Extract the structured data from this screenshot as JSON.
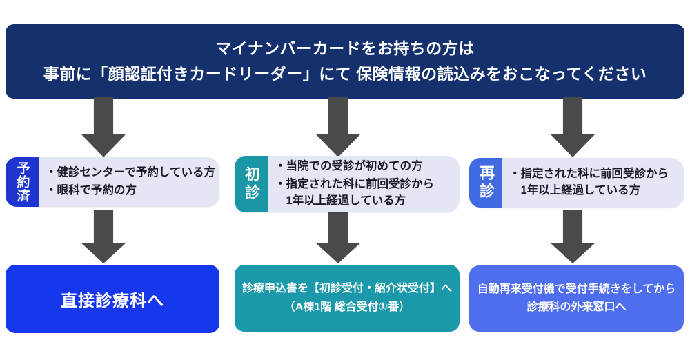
{
  "banner": {
    "line1": "マイナンバーカードをお持ちの方は",
    "line2": "事前に「顔認証付きカードリーダー」にて 保険情報の読込みをおこなってください",
    "bg_color": "#14316e",
    "text_color": "#ffffff"
  },
  "arrow": {
    "direction": "down",
    "color": "#4a4a4a"
  },
  "bullet_marker": "・",
  "panel_bg_color": "#e4e6f6",
  "columns": [
    {
      "id": "reserved",
      "tab_label": "予約済",
      "tab_color": "#1e36cf",
      "bullets": [
        [
          "健診センターで予約している方"
        ],
        [
          "眼科で予約の方"
        ]
      ],
      "result_lines": [
        "直接診療科へ"
      ],
      "result_color": "#1637ec"
    },
    {
      "id": "first-visit",
      "tab_label": "初診",
      "tab_color": "#1b96a6",
      "bullets": [
        [
          "当院での受診が初めての方"
        ],
        [
          "指定された科に前回受診から",
          "1年以上経過している方"
        ]
      ],
      "result_lines": [
        "診療申込書を【初診受付・紹介状受付】へ",
        "（A棟1階 総合受付①番）"
      ],
      "result_color": "#1b99aa"
    },
    {
      "id": "revisit",
      "tab_label": "再診",
      "tab_color": "#3f6ae2",
      "bullets": [
        [
          "指定された科に前回受診から",
          "1年以上経過している方"
        ]
      ],
      "result_lines": [
        "自動再来受付機で受付手続きをしてから",
        "診療科の外来窓口へ"
      ],
      "result_color": "#4f6eee"
    }
  ]
}
